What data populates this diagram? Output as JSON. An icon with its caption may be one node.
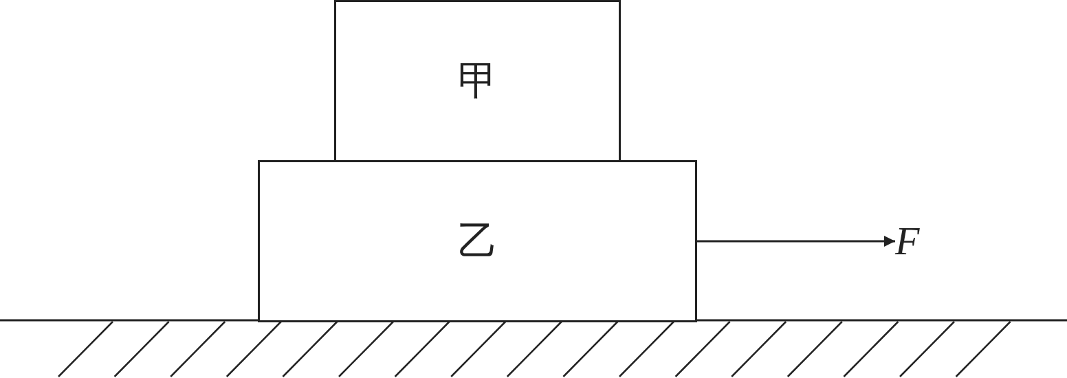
{
  "diagram": {
    "nodes": [
      {
        "text": [
          "甲"
        ]
      },
      {
        "text": [
          "乙"
        ]
      }
    ],
    "labels": [
      "F"
    ]
  }
}
